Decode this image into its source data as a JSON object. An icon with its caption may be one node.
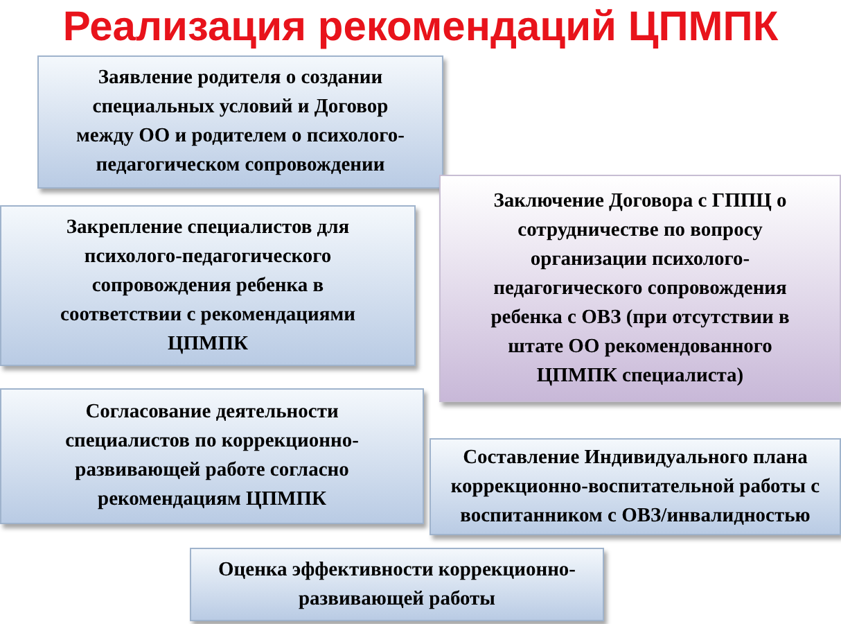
{
  "diagram": {
    "title": "Реализация рекомендаций ЦПМПК",
    "nodes": [
      {
        "text": [
          "Заявление родителя о создании специальных условий и Договор между ОО и родителем о психолого-педагогическом сопровождении"
        ]
      },
      {
        "text": [
          "Заключение Договора с ГППЦ о сотрудничестве по вопросу организации психолого-педагогического сопровождения ребенка с ОВЗ (при отсутствии в штате ОО рекомендованного ЦПМПК специалиста)"
        ]
      },
      {
        "text": [
          "Закрепление специалистов для психолого-педагогического сопровождения ребенка в соответствии с рекомендациями ЦПМПК"
        ]
      },
      {
        "text": [
          "Согласование деятельности специалистов по коррекционно-развивающей работе согласно рекомендациям ЦПМПК"
        ]
      },
      {
        "text": [
          "Составление Индивидуального плана коррекционно-воспитательной работы с воспитанником с ОВЗ/инвалидностью"
        ]
      },
      {
        "text": [
          "Оценка эффективности коррекционно-развивающей работы"
        ]
      }
    ]
  }
}
